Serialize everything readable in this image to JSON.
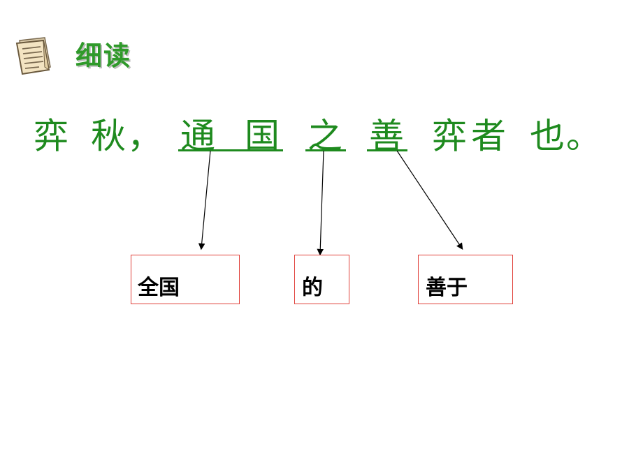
{
  "header": {
    "title": "细读",
    "icon": "document-icon"
  },
  "sentence": {
    "chars": [
      "弈",
      "秋",
      "，",
      "通",
      "国",
      "之",
      "善",
      "弈",
      "者",
      "也",
      "。"
    ],
    "underlined": [
      "通",
      "国",
      "之",
      "善"
    ]
  },
  "annotations": [
    {
      "term": "通国",
      "meaning": "全国"
    },
    {
      "term": "之",
      "meaning": "的"
    },
    {
      "term": "善",
      "meaning": "善于"
    }
  ],
  "colors": {
    "sentence_text": "#1e8a1e",
    "header_title": "#2f9a2a",
    "box_border": "#e0403a",
    "arrow": "#000000"
  }
}
